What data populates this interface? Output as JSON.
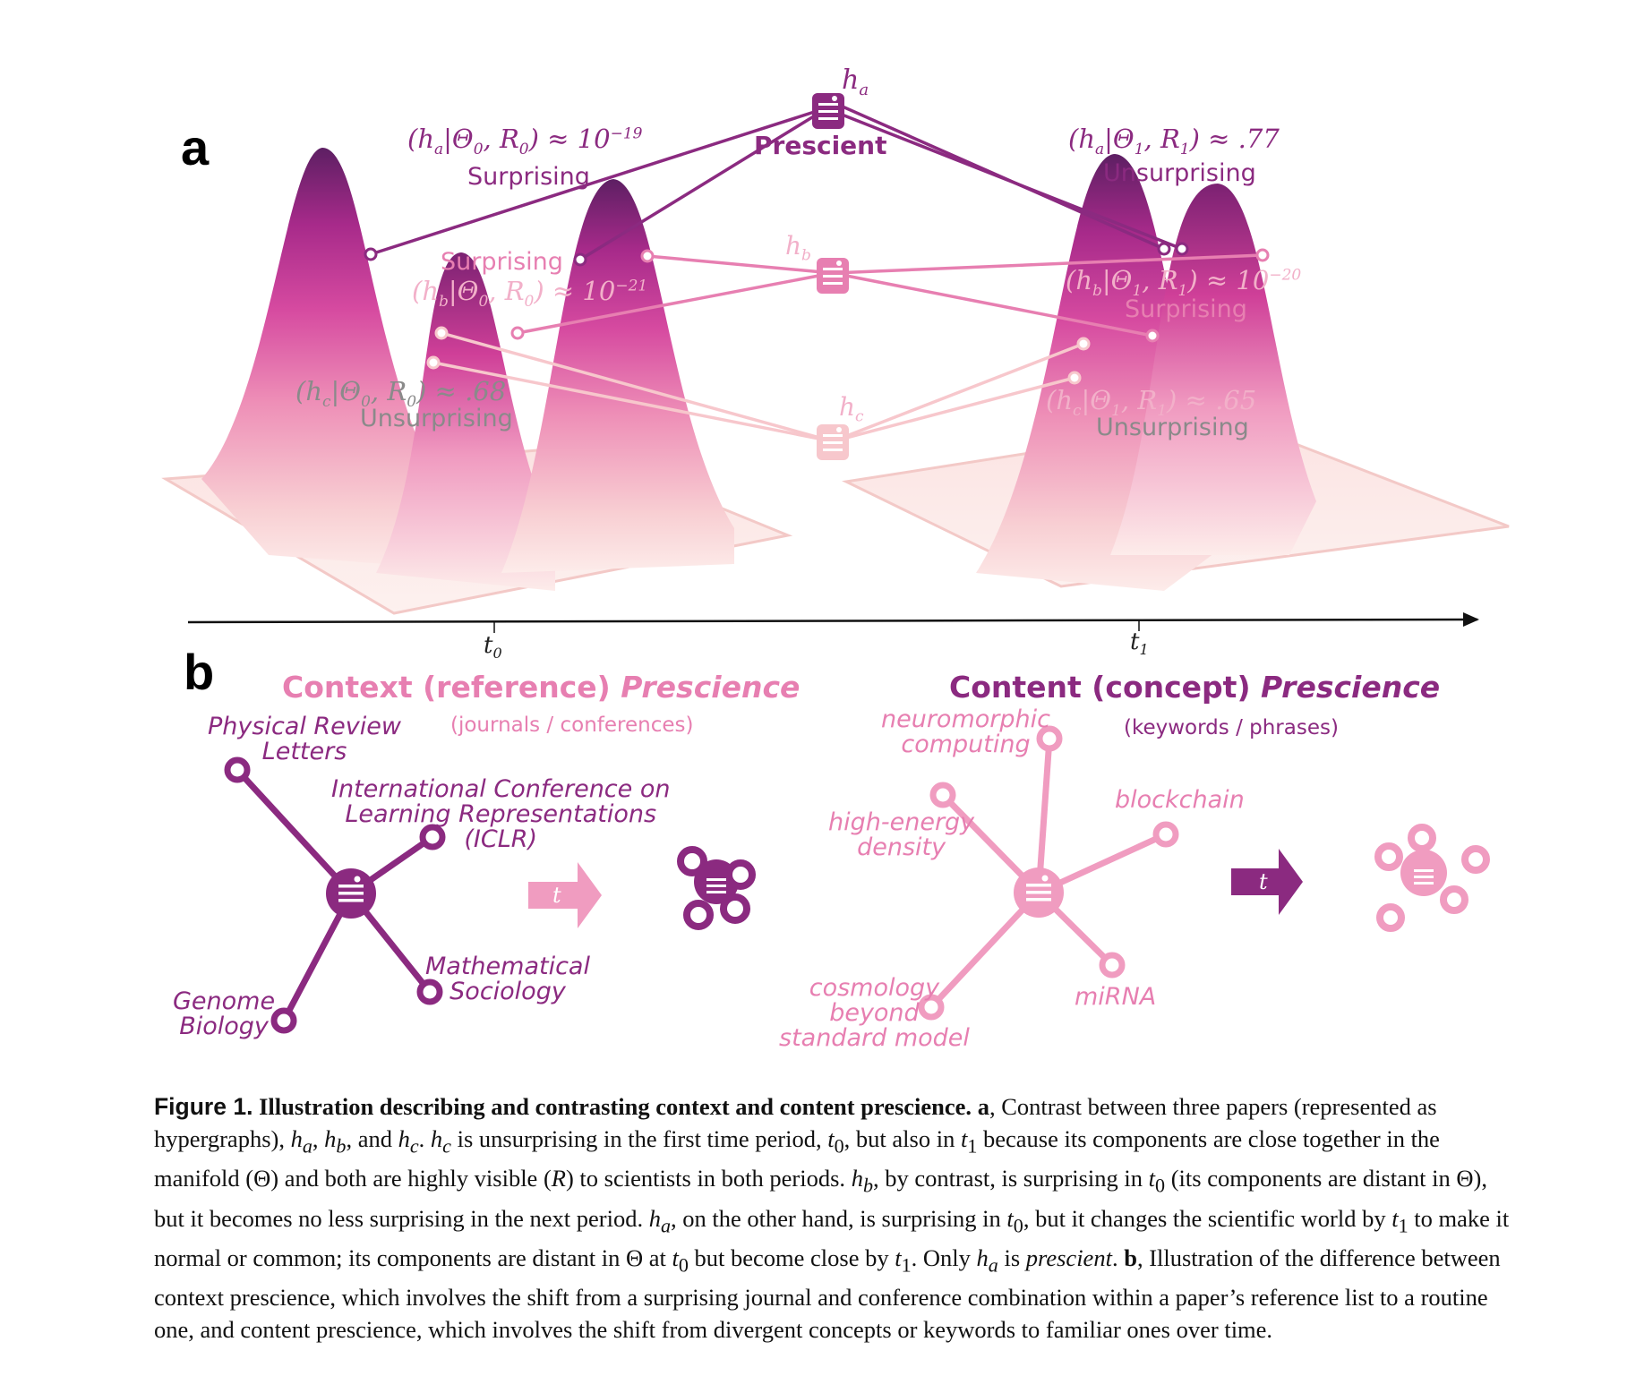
{
  "panel_a": {
    "label": "a",
    "hypergraphs": {
      "ha": {
        "name": "h",
        "sub": "a",
        "status": "Prescient"
      },
      "hb": {
        "name": "h",
        "sub": "b"
      },
      "hc": {
        "name": "h",
        "sub": "c"
      }
    },
    "annotations_t0": {
      "ha": {
        "formula": "(h_a|Θ_0, R_0) ≈ 10^−19",
        "text": "(h",
        "sub": "a",
        "rest": "|Θ",
        "rsub": "0",
        "rest2": ", R",
        "rsub2": "0",
        "rest3": ") ≈ 10",
        "sup": "−19",
        "verdict": "Surprising"
      },
      "hb": {
        "text": "(h",
        "sub": "b",
        "rest": "|Θ",
        "rsub": "0",
        "rest2": ", R",
        "rsub2": "0",
        "rest3": ") ≈ 10",
        "sup": "−21",
        "verdict": "Surprising"
      },
      "hc": {
        "text": "(h",
        "sub": "c",
        "rest": "|Θ",
        "rsub": "0",
        "rest2": ", R",
        "rsub2": "0",
        "rest3": ") ≈ .68",
        "verdict": "Unsurprising"
      }
    },
    "annotations_t1": {
      "ha": {
        "text": "(h",
        "sub": "a",
        "rest": "|Θ",
        "rsub": "1",
        "rest2": ", R",
        "rsub2": "1",
        "rest3": ") ≈ .77",
        "verdict": "Unsurprising"
      },
      "hb": {
        "text": "(h",
        "sub": "b",
        "rest": "|Θ",
        "rsub": "1",
        "rest2": ", R",
        "rsub2": "1",
        "rest3": ") ≈ 10",
        "sup": "−20",
        "verdict": "Surprising"
      },
      "hc": {
        "text": "(h",
        "sub": "c",
        "rest": "|Θ",
        "rsub": "1",
        "rest2": ", R",
        "rsub2": "1",
        "rest3": ") ≈ .65",
        "verdict": "Unsurprising"
      }
    },
    "axis": {
      "t0": "t",
      "t0_sub": "0",
      "t1": "t",
      "t1_sub": "1"
    }
  },
  "panel_b": {
    "label": "b",
    "context": {
      "title_plain": "Context (reference) ",
      "title_italic": "Prescience",
      "subtitle": "(journals / conferences)",
      "nodes": {
        "prl": "Physical Review Letters",
        "prl_l1": "Physical Review",
        "prl_l2": "Letters",
        "iclr_l1": "International Conference on",
        "iclr_l2": "Learning Representations",
        "iclr_l3": "(ICLR)",
        "math_l1": "Mathematical",
        "math_l2": "Sociology",
        "gen_l1": "Genome",
        "gen_l2": "Biology"
      },
      "arrow_label": "t"
    },
    "content": {
      "title_plain": "Content (concept) ",
      "title_italic": "Prescience",
      "subtitle": "(keywords / phrases)",
      "nodes": {
        "neuro_l1": "neuromorphic",
        "neuro_l2": "computing",
        "block": "blockchain",
        "high_l1": "high-energy",
        "high_l2": "density",
        "cos_l1": "cosmology",
        "cos_l2": "beyond",
        "cos_l3": "standard model",
        "mirna": "miRNA"
      },
      "arrow_label": "t"
    }
  },
  "colors": {
    "dark_purple": "#7b2172",
    "purple": "#8b2a80",
    "pink": "#e77fb1",
    "light_pink": "#f2b0c9",
    "pale": "#f7d5d8"
  },
  "caption": {
    "fig_label": "Figure 1.",
    "bold_title": "Illustration describing and contrasting context and content prescience.",
    "a_label": "a",
    "s1": ", Contrast between three papers (represented as hypergraphs), ",
    "s2": " is unsurprising in the first time period, ",
    "s3": ", but also in ",
    "s4": " because its components are close together in the manifold (Θ) and both are highly visible (",
    "s5": ") to scientists in both periods. ",
    "s6": ", by contrast, is surprising in ",
    "s7": " (its components are distant in Θ), but it becomes no less surprising in the next period. ",
    "s8": ", on the other hand, is surprising in ",
    "s9": ", but it changes the scientific world by ",
    "s10": " to make it normal or common; its components are distant in Θ at ",
    "s11": " but become close by ",
    "s12": ". Only ",
    "s13": " is ",
    "prescient": "prescient",
    "s14": ". ",
    "b_label": "b",
    "s15": ", Illustration of the difference between context prescience, which involves the shift from a surprising journal and conference combination within a paper’s reference list to a routine one, and content prescience, which involves the shift from divergent concepts or keywords to familiar ones over time."
  }
}
